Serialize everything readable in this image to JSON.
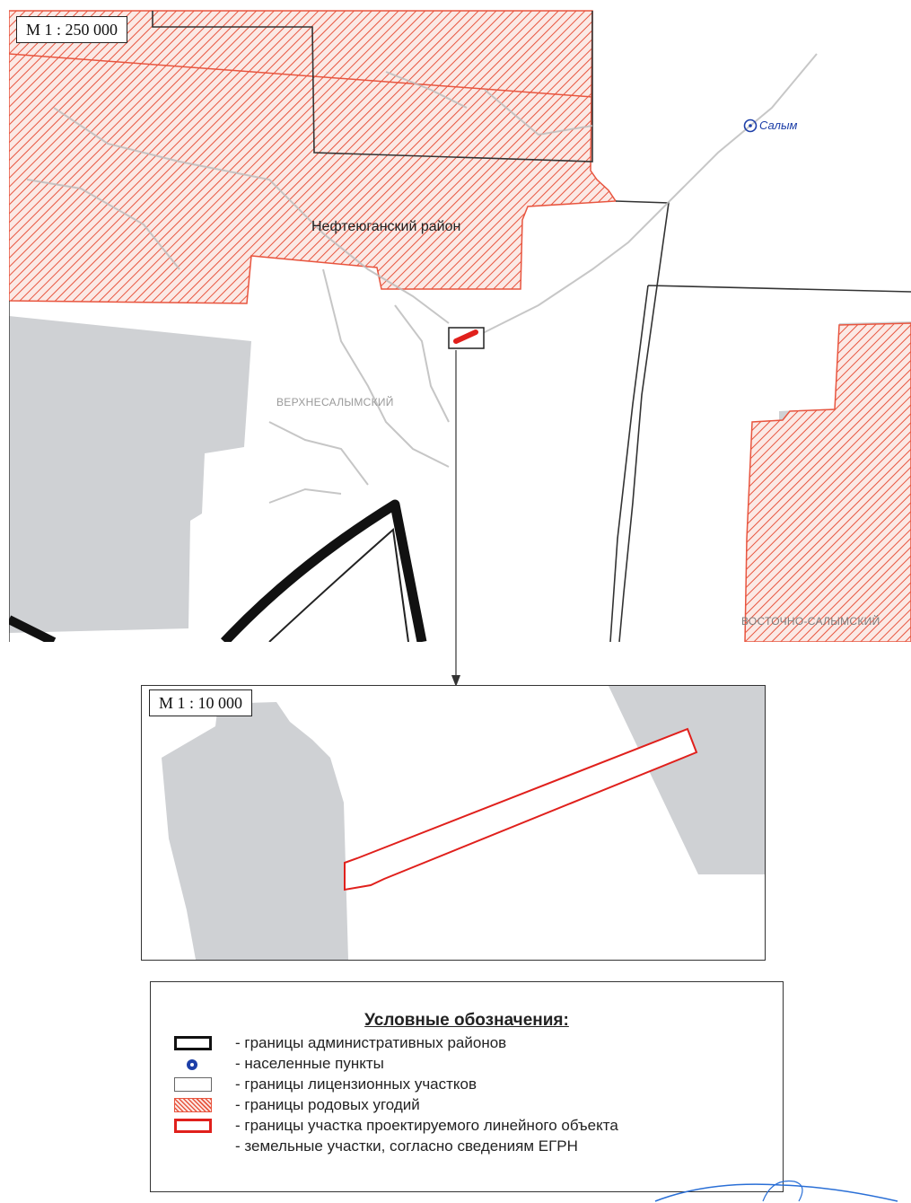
{
  "overview_map": {
    "scale_label": "М 1 : 250 000",
    "district_label": "Нефтеюганский район",
    "settlement_label": "Салым",
    "license_area_1": "ВЕРХНЕСАЛЫМСКИЙ",
    "license_area_2": "ВОСТОЧНО-САЛЫМСКИЙ"
  },
  "detail_map": {
    "scale_label": "М 1 : 10 000"
  },
  "legend": {
    "title": "Условные обозначения:",
    "items": [
      {
        "symbol": "admin-boundary-symbol",
        "label": "- границы административных районов"
      },
      {
        "symbol": "settlement-symbol",
        "label": "- населенные пункты"
      },
      {
        "symbol": "license-boundary-symbol",
        "label": "- границы лицензионных участков"
      },
      {
        "symbol": "ancestral-lands-symbol",
        "label": "- границы родовых угодий"
      },
      {
        "symbol": "project-area-symbol",
        "label": "- границы участка проектируемого линейного объекта"
      },
      {
        "symbol": "land-plots-symbol",
        "label": "- земельные участки, согласно сведениям ЕГРН"
      }
    ]
  },
  "colors": {
    "ancestral_hatch": "#e8553f",
    "project_outline": "#e0201c",
    "land_plots": "#cfd1d4",
    "settlement_blue": "#1d3fa8"
  }
}
